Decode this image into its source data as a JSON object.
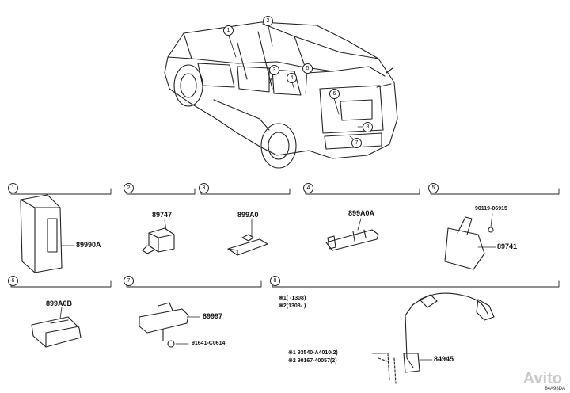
{
  "vehicle_callouts": [
    "1",
    "2",
    "3",
    "4",
    "5",
    "6",
    "7",
    "8"
  ],
  "sections": [
    {
      "num": "1",
      "parts": [
        {
          "label": "89990A"
        }
      ]
    },
    {
      "num": "2",
      "parts": [
        {
          "label": "89747"
        }
      ]
    },
    {
      "num": "3",
      "parts": [
        {
          "label": "899A0"
        }
      ]
    },
    {
      "num": "4",
      "parts": [
        {
          "label": "899A0A"
        }
      ]
    },
    {
      "num": "5",
      "parts": [
        {
          "label": "90119-06915"
        },
        {
          "label": "89741"
        }
      ]
    },
    {
      "num": "6",
      "parts": [
        {
          "label": "899A0B"
        }
      ]
    },
    {
      "num": "7",
      "parts": [
        {
          "label": "89997"
        },
        {
          "label": "91641-C0614"
        }
      ]
    },
    {
      "num": "8",
      "notes": [
        "※1(   -1308)",
        "※2(1308-   )"
      ],
      "parts": [
        {
          "label": "※1 93540-A4010(2)"
        },
        {
          "label": "※2 90167-40057(2)"
        },
        {
          "label": "84945"
        }
      ]
    }
  ],
  "watermark": "Avito",
  "diagram_code": "84A98DA"
}
